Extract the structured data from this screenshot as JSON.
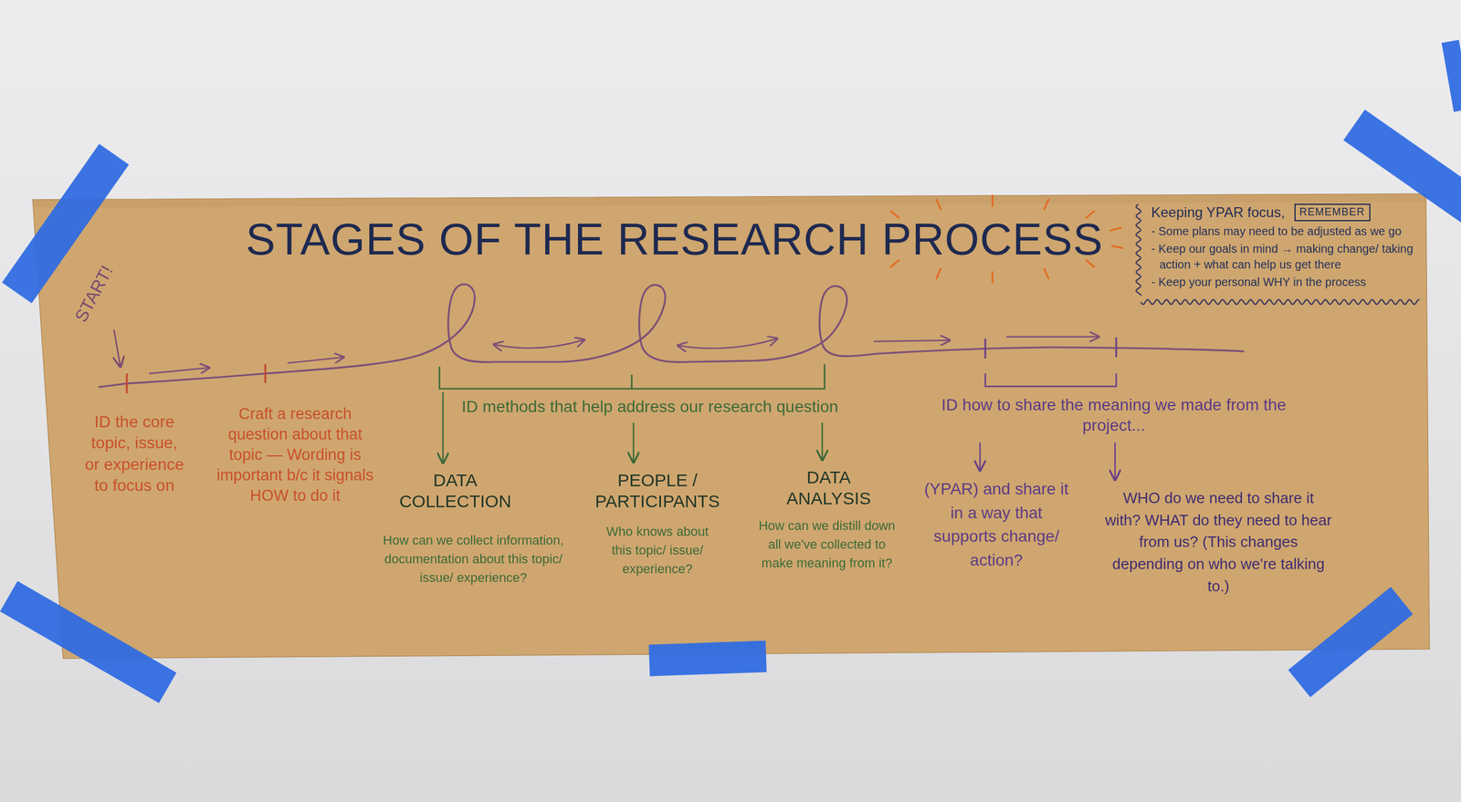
{
  "diagram": {
    "title": "STAGES OF THE RESEARCH PROCESS",
    "nodes": [
      {
        "text": [
          "Keeping YPAR focus,",
          "- Some plans may need to be adjusted as we go",
          "- Keep our goals in mind → making change/ taking action + what can help us get there",
          "- Keep your personal WHY in the process"
        ]
      },
      {
        "text": [
          "REMEMBER"
        ],
        "in": 0
      }
    ],
    "labels": [
      "START!",
      "ID the core topic, issue, or experience to focus on",
      "Craft a research question about that topic — Wording is important b/c it signals HOW to do it",
      "ID methods that help address our research question",
      "DATA COLLECTION",
      "How can we collect information, documentation about this topic/ issue/ experience?",
      "PEOPLE / PARTICIPANTS",
      "Who knows about this topic/ issue/ experience?",
      "DATA ANALYSIS",
      "How can we distill down all we've collected to make meaning from it?",
      "ID how to share the meaning we made from the project...",
      "(YPAR) and share it in a way that supports change/ action?",
      "WHO do we need to share it with? WHAT do they need to hear from us? (This changes depending on who we're talking to.)"
    ]
  }
}
